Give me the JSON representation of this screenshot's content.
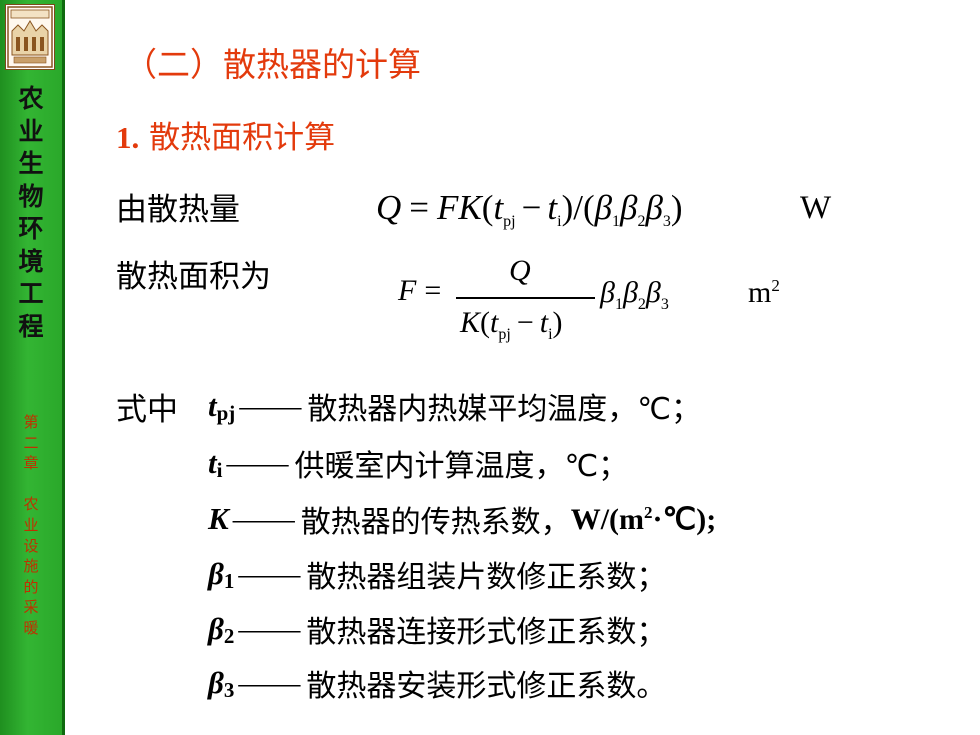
{
  "sidebar": {
    "vertical_title": [
      "农",
      "业",
      "生",
      "物",
      "环",
      "境",
      "工",
      "程"
    ],
    "vertical_chapter": [
      "第",
      "二",
      "章",
      "",
      "农",
      "业",
      "设",
      "施",
      "的",
      "采",
      "暖"
    ]
  },
  "slide": {
    "title": "（二）散热器的计算",
    "subheading_num": "1.",
    "subheading_text": " 散热面积计算",
    "line_heat": "由散热量",
    "line_area": "散热面积为",
    "formula_Q": {
      "lhs": "Q",
      "eq": "=",
      "F": "F",
      "K": "K",
      "open": "(",
      "t1": "t",
      "t1_sub": "pj",
      "minus": "−",
      "t2": "t",
      "t2_sub": "i",
      "close": ")",
      "slash": "/(",
      "b1": "β",
      "b1_sub": "1",
      "b2": "β",
      "b2_sub": "2",
      "b3": "β",
      "b3_sub": "3",
      "end": ")",
      "unit": "W"
    },
    "formula_F": {
      "lhs": "F",
      "eq": "=",
      "numerator": "Q",
      "den_K": "K",
      "den_open": "(",
      "den_t1": "t",
      "den_t1_sub": "pj",
      "den_minus": "−",
      "den_t2": "t",
      "den_t2_sub": "i",
      "den_close": ")",
      "b1": "β",
      "b1_sub": "1",
      "b2": "β",
      "b2_sub": "2",
      "b3": "β",
      "b3_sub": "3",
      "unit": "m",
      "unit_sup": "2"
    },
    "where_label": "式中",
    "definitions": [
      {
        "symbol": "t",
        "sub": "pj",
        "dash": "——",
        "desc": "散热器内热媒平均温度，℃；"
      },
      {
        "symbol": "t",
        "sub": "i",
        "dash": "——",
        "desc": "供暖室内计算温度，℃；"
      },
      {
        "symbol": "K",
        "sub": "",
        "dash": "——",
        "desc": "散热器的传热系数，",
        "unit_pre": "W/(m",
        "unit_sup": "2",
        "unit_post": "·℃);"
      },
      {
        "symbol": "β",
        "sub": "1",
        "dash": "——",
        "desc": "散热器组装片数修正系数；"
      },
      {
        "symbol": "β",
        "sub": "2",
        "dash": "——",
        "desc": "散热器连接形式修正系数；"
      },
      {
        "symbol": "β",
        "sub": "3",
        "dash": "——",
        "desc": "散热器安装形式修正系数。"
      }
    ]
  },
  "colors": {
    "sidebar_green": "#2aa82a",
    "title_red": "#e33a0c",
    "chapter_red": "#c03000"
  }
}
